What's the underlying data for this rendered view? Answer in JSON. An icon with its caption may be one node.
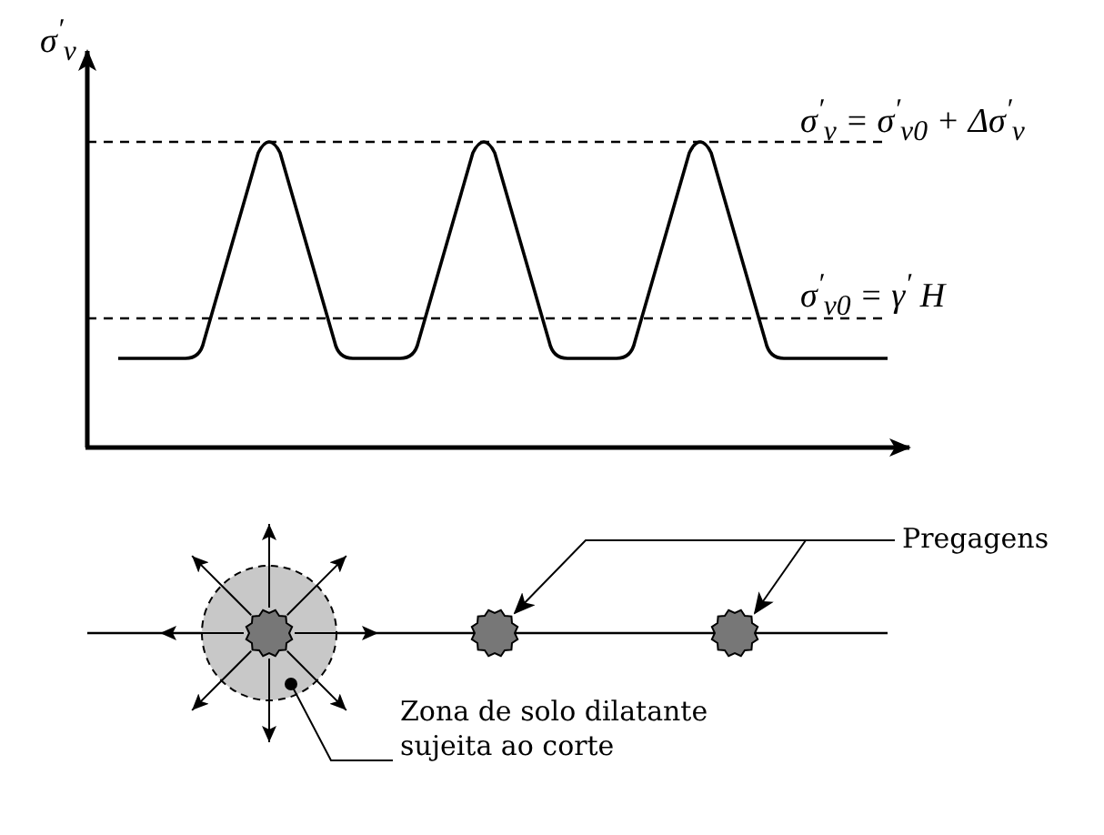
{
  "diagram": {
    "nodes": [
      {
        "text": [],
        "shape": "circle"
      },
      {
        "text": [],
        "shape": "circle",
        "in": 0
      },
      {
        "text": [],
        "shape": "circle"
      },
      {
        "text": [],
        "shape": "circle"
      },
      {
        "text": [
          "Pregagens"
        ]
      },
      {
        "text": [
          "Zona de solo dilatante sujeita ao corte"
        ]
      }
    ],
    "edges": [
      {
        "from": 4,
        "to": 2,
        "arrow": "to"
      },
      {
        "from": 4,
        "to": 3,
        "arrow": "to"
      },
      {
        "from": 5,
        "to": 0,
        "arrow": "other"
      }
    ],
    "labels": [
      "σ$^{′}$$_{v}$",
      "σ$^{′}$$_{v}$ = σ$^{′}$$_{v0}$ + Δσ$^{′}$$_{v}$",
      "σ$^{′}$$_{v0}$ = γ$^{′}$ H"
    ]
  }
}
